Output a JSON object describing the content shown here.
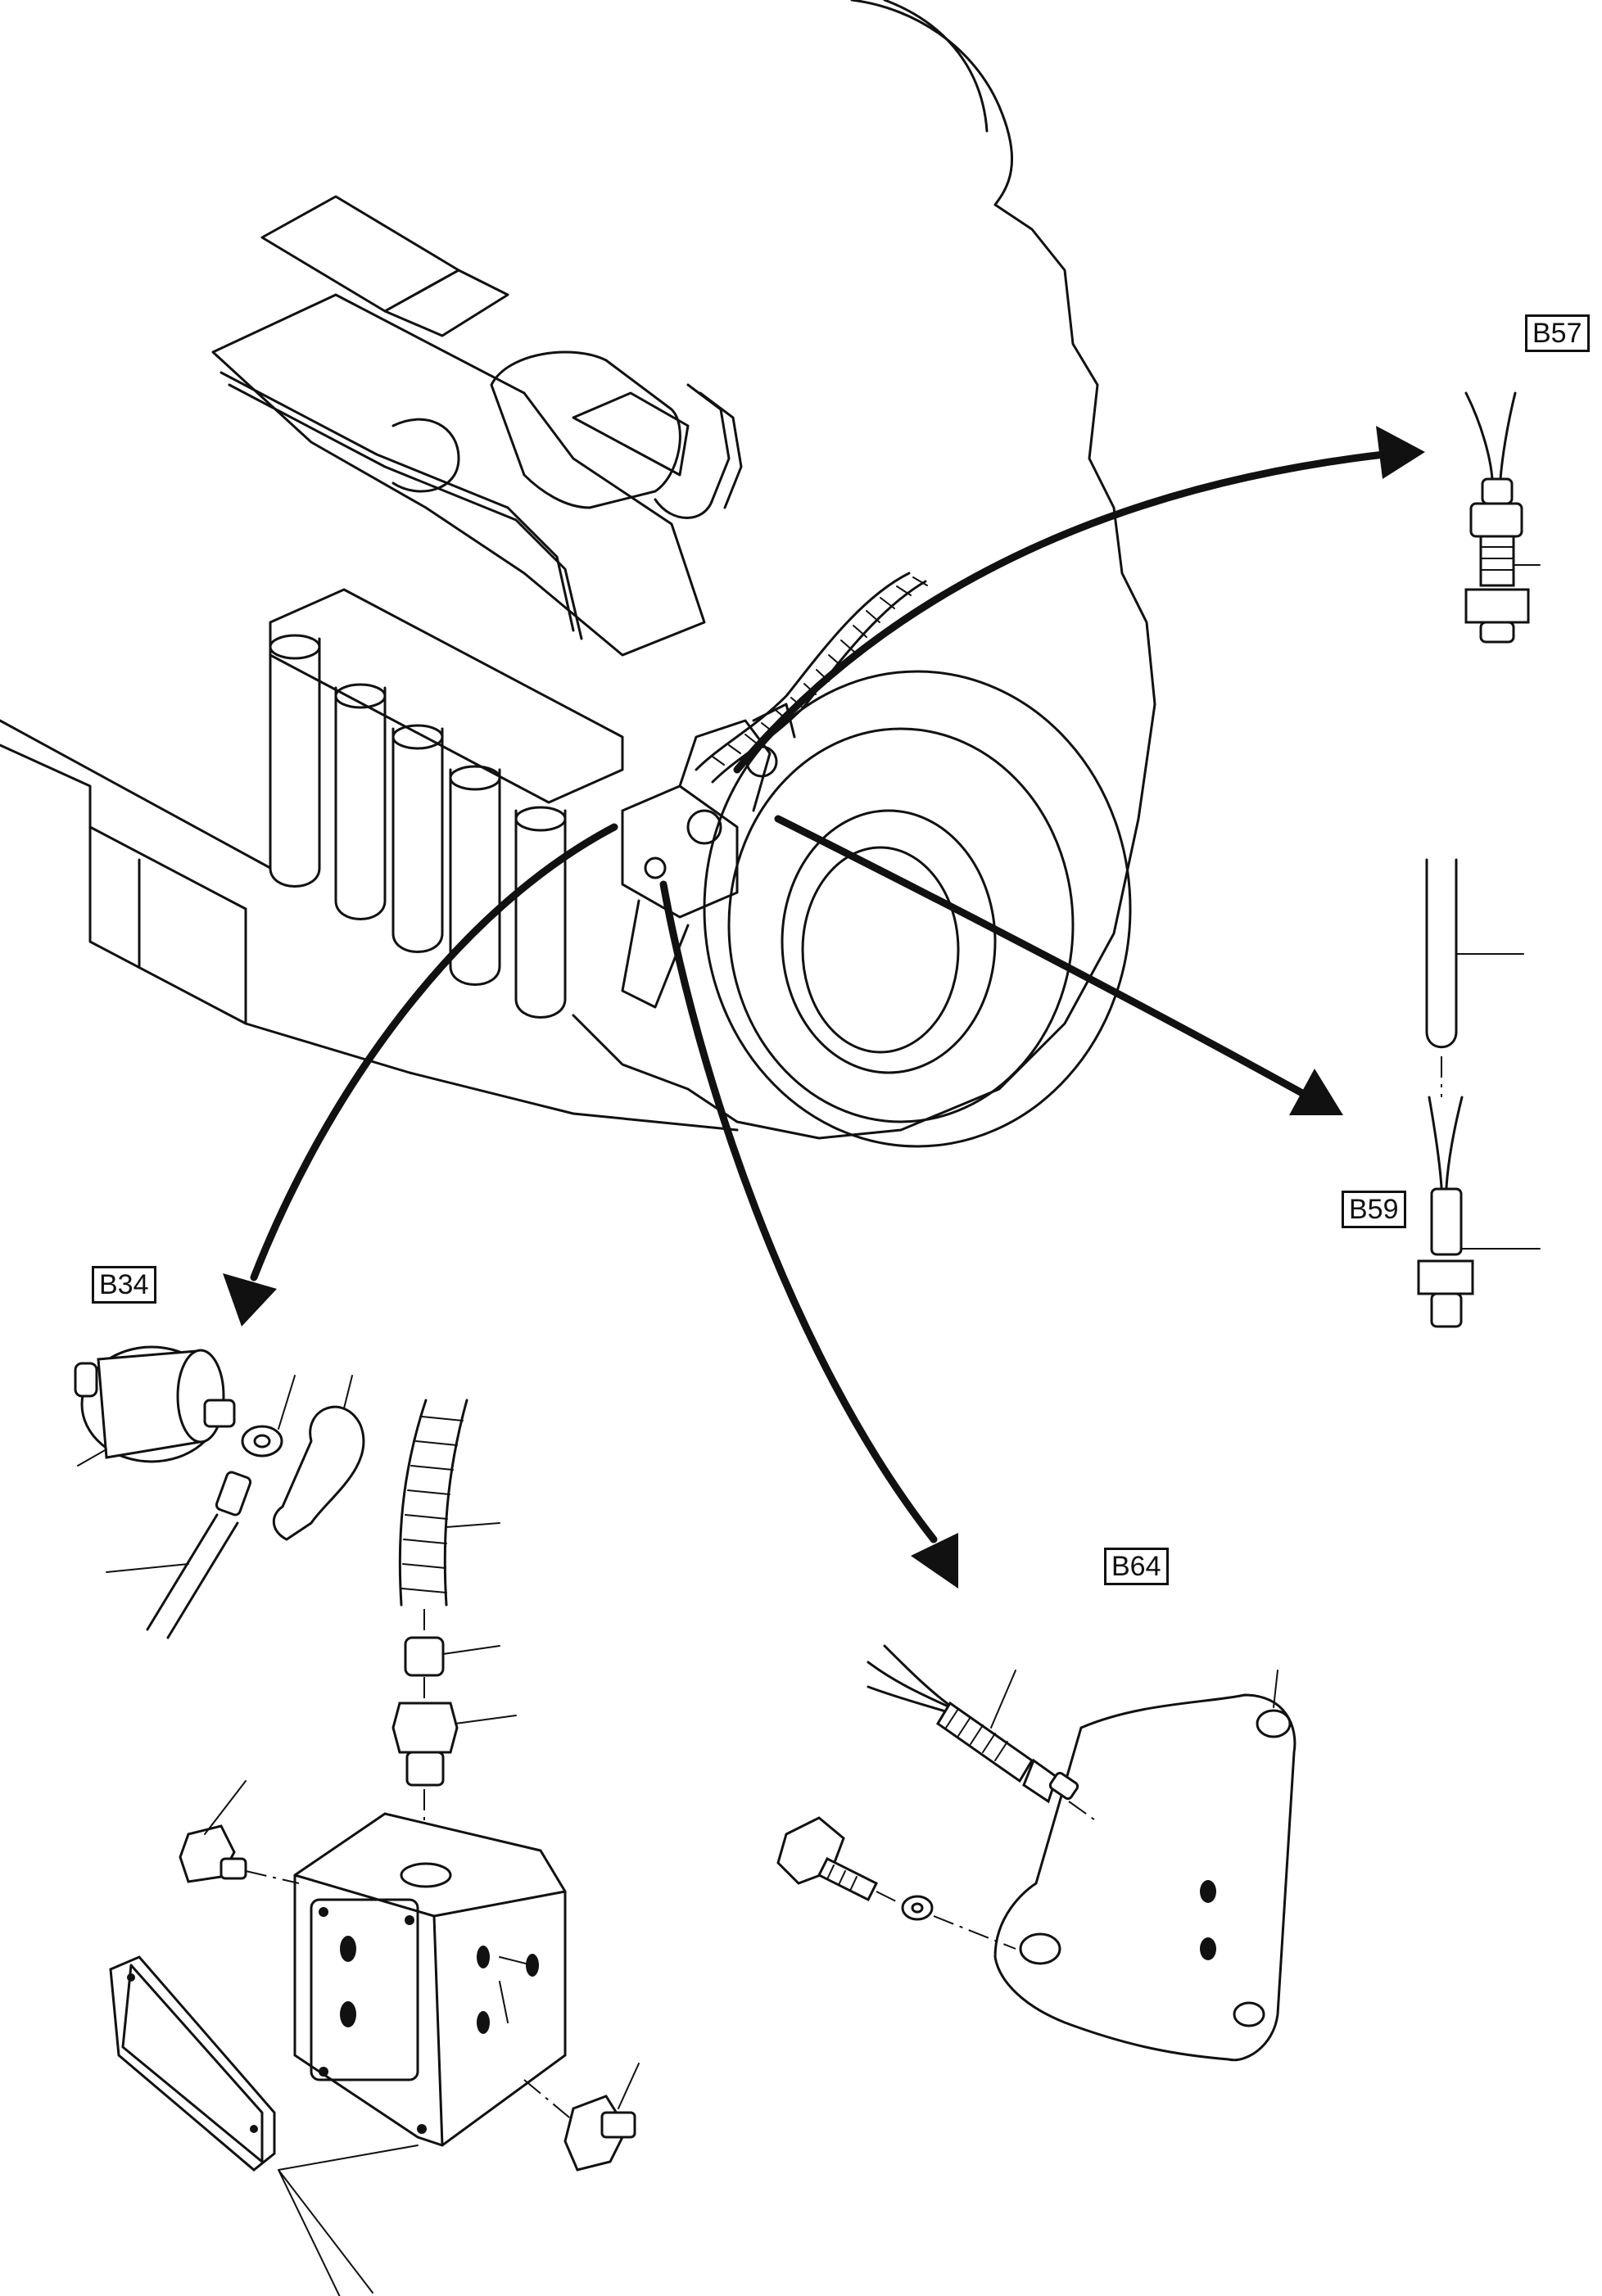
{
  "labels": {
    "b57": "B57",
    "b59": "B59",
    "b34": "B34",
    "b64": "B64"
  },
  "colors": {
    "ink": "#111111",
    "paper": "#ffffff"
  }
}
